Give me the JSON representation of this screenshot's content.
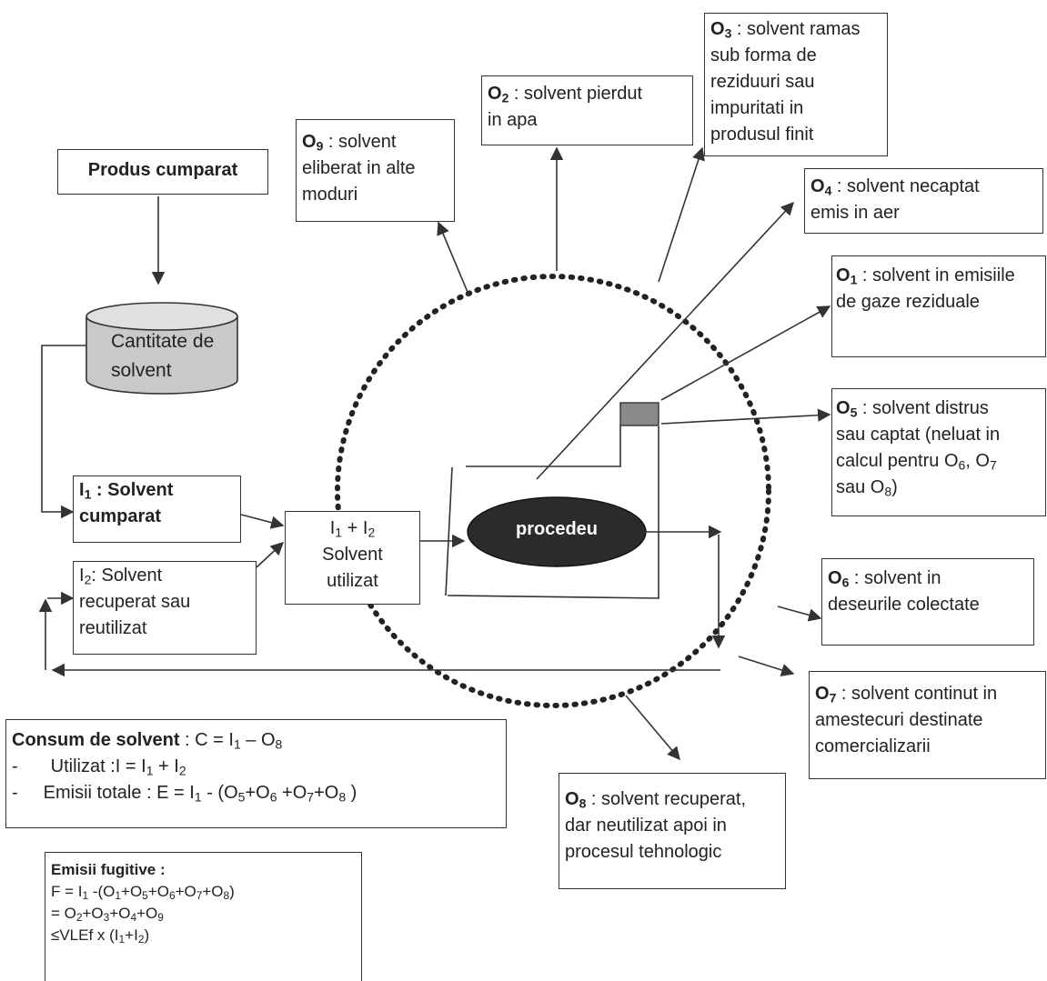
{
  "boxes": {
    "produs": {
      "text": "Produs cumparat"
    },
    "cantitate": {
      "line1": "Cantitate de",
      "line2": "solvent"
    },
    "i1": {
      "code": "I",
      "sub": "1",
      "rest1": " : Solvent",
      "line2": "cumparat"
    },
    "i2": {
      "code": "I",
      "sub": "2",
      "rest1": ": Solvent",
      "line2": "recuperat sau",
      "line3": "reutilizat"
    },
    "util": {
      "l1a": "I",
      "l1s1": "1",
      "l1b": " + I",
      "l1s2": "2",
      "line2": "Solvent",
      "line3": "utilizat"
    },
    "procedeu": {
      "text": "procedeu"
    },
    "o9": {
      "code": "O",
      "sub": "9",
      "rest1": " :  solvent",
      "line2": "eliberat in alte",
      "line3": "moduri"
    },
    "o2": {
      "code": "O",
      "sub": "2",
      "rest1": " : solvent pierdut",
      "line2": "in apa"
    },
    "o3": {
      "code": "O",
      "sub": "3",
      "rest1": " : solvent ramas",
      "line2": "sub forma de",
      "line3": "reziduuri sau",
      "line4": "impuritati in",
      "line5": "produsul finit"
    },
    "o4": {
      "code": "O",
      "sub": "4",
      "rest1": " : solvent necaptat",
      "line2": "emis in aer"
    },
    "o1": {
      "code": "O",
      "sub": "1",
      "rest1": " : solvent in emisiile",
      "line2": "de gaze reziduale"
    },
    "o5": {
      "code": "O",
      "sub": "5",
      "rest1": " : solvent distrus",
      "line2": "sau captat (neluat in",
      "line3a": "calcul pentru O",
      "line3s1": "6",
      "line3b": ", O",
      "line3s2": "7",
      "line4a": "sau O",
      "line4s": "8",
      "line4b": ")"
    },
    "o6": {
      "code": "O",
      "sub": "6",
      "rest1": " : solvent in",
      "line2": "deseurile colectate"
    },
    "o7": {
      "code": "O",
      "sub": "7",
      "rest1": "  : solvent continut in",
      "line2": "amestecuri destinate",
      "line3": "comercializarii"
    },
    "o8": {
      "code": "O",
      "sub": "8",
      "rest1": " : solvent recuperat,",
      "line2": "dar neutilizat apoi in",
      "line3": "procesul tehnologic"
    }
  },
  "consum": {
    "title": "Consum de solvent",
    "formula": " : C = I",
    "f_s1": "1",
    "f_mid": " – O",
    "f_s2": "8",
    "l2_dash": "-",
    "l2": "Utilizat :I = I",
    "l2_s1": "1",
    "l2_mid": " + I",
    "l2_s2": "2",
    "l3_dash": "-",
    "l3": "Emisii totale : E = I",
    "l3_s1": "1",
    "l3_mid": " - (O",
    "l3_s5": "5",
    "l3_p6": "+O",
    "l3_s6": "6",
    "l3_p7": " +O",
    "l3_s7": "7",
    "l3_p8": "+O",
    "l3_s8": "8",
    "l3_end": " )"
  },
  "fugitive": {
    "title": "Emisii fugitive :",
    "l1a": "F = I",
    "l1s1": "1",
    "l1b": " -(O",
    "l1s2": "1",
    "l1c": "+O",
    "l1s3": "5",
    "l1d": "+O",
    "l1s4": "6",
    "l1e": "+O",
    "l1s5": "7",
    "l1f": "+O",
    "l1s6": "8",
    "l1g": ")",
    "l2a": "= O",
    "l2s1": "2",
    "l2b": "+O",
    "l2s2": "3",
    "l2c": "+O",
    "l2s3": "4",
    "l2d": "+O",
    "l2s4": "9",
    "l3a": "≤VLEf x (I",
    "l3s1": "1",
    "l3b": "+I",
    "l3s2": "2",
    "l3c": ")"
  }
}
